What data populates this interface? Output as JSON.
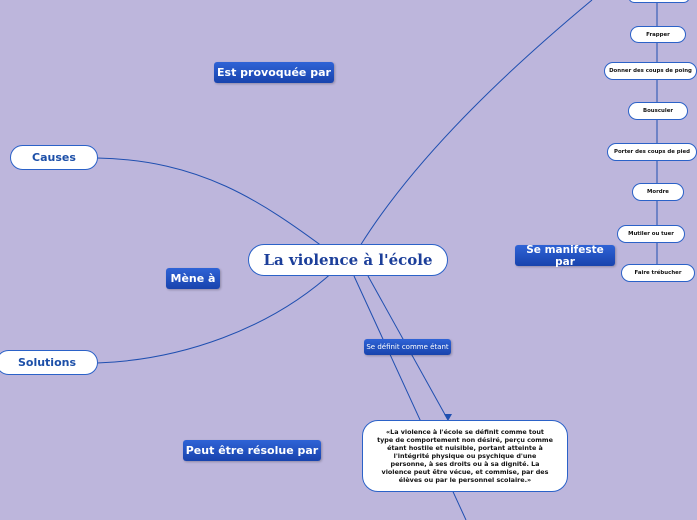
{
  "central": "La violence à l'école",
  "left_nodes": {
    "causes": "Causes",
    "solutions": "Solutions"
  },
  "relations": {
    "est_provoquee_par": "Est provoquée par",
    "mene_a": "Mène à",
    "peut_etre_resolue_par": "Peut être résolue par",
    "se_manifeste_par": "Se manifeste par",
    "se_definit_comme_etant": "Se définit comme étant"
  },
  "manifestations": [
    "Frapper",
    "Donner des coups de poing",
    "Bousculer",
    "Porter des coups de pied",
    "Mordre",
    "Mutiler ou tuer",
    "Faire trébucher"
  ],
  "definition": "«La violence à l'école se définit comme tout type de comportement non désiré, perçu comme étant hostile et nuisible, portant atteinte à l'intégrité physique ou psychique d'une personne, à ses droits ou à sa dignité. La violence peut être vécue, et commise, par des élèves ou par le personnel scolaire.»",
  "colors": {
    "background": "#bdb6dc",
    "connector": "#1f4fb0",
    "label_blue": "#1843ad"
  }
}
